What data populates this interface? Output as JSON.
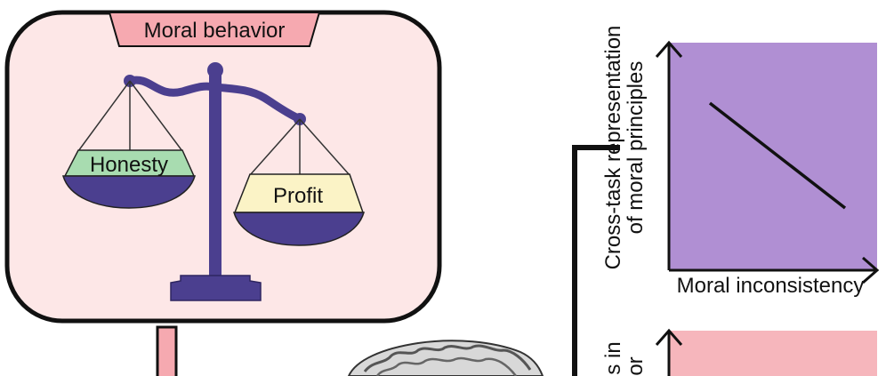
{
  "panel": {
    "title": "Moral behavior",
    "left_pan_label": "Honesty",
    "right_pan_label": "Profit"
  },
  "chart_top": {
    "ylabel_line1": "Cross-task representation",
    "ylabel_line2": "of moral principles",
    "xlabel": "Moral inconsistency"
  },
  "chart_bottom": {
    "ylabel_fragment_1": "s in",
    "ylabel_fragment_2": "or"
  },
  "colors": {
    "panel_fill": "#fde7e7",
    "title_tab": "#f6a9b0",
    "scale": "#4b3f8f",
    "honesty_band": "#a8dcb0",
    "profit_band": "#fbf3c6",
    "chart_top_fill": "#b08fd3",
    "chart_bottom_fill": "#f6b6bc",
    "connector_pink": "#f6a9b0"
  }
}
